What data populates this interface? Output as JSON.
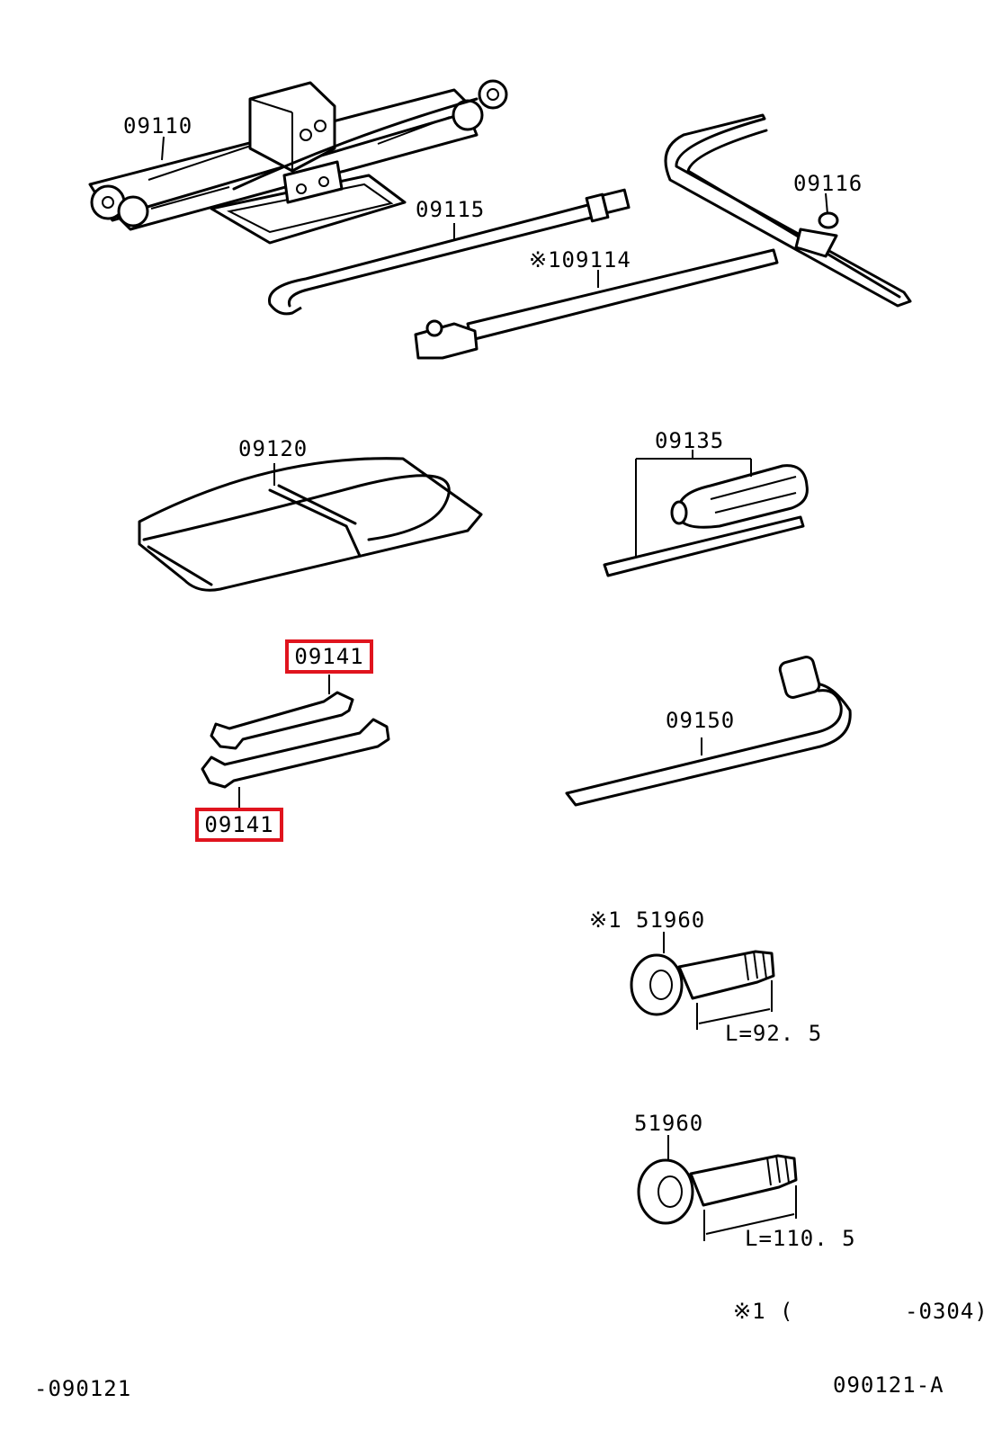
{
  "parts": {
    "jack": "09110",
    "jack_handle": "09115",
    "handle_extension": "※109114",
    "handle_lever": "09116",
    "tool_bag": "09120",
    "screwdriver": "09135",
    "wrench_top": "09141",
    "wrench_bottom": "09141",
    "wheel_nut_wrench": "09150",
    "towing_eye_a": "※1 51960",
    "towing_eye_b": "51960"
  },
  "dimensions": {
    "eye_a_length": "L=92. 5",
    "eye_b_length": "L=110. 5"
  },
  "footnote": "※1 (        -0304)",
  "footer": {
    "left_code": "-090121",
    "right_code": "090121-A"
  },
  "highlight_color": "#e0141e"
}
